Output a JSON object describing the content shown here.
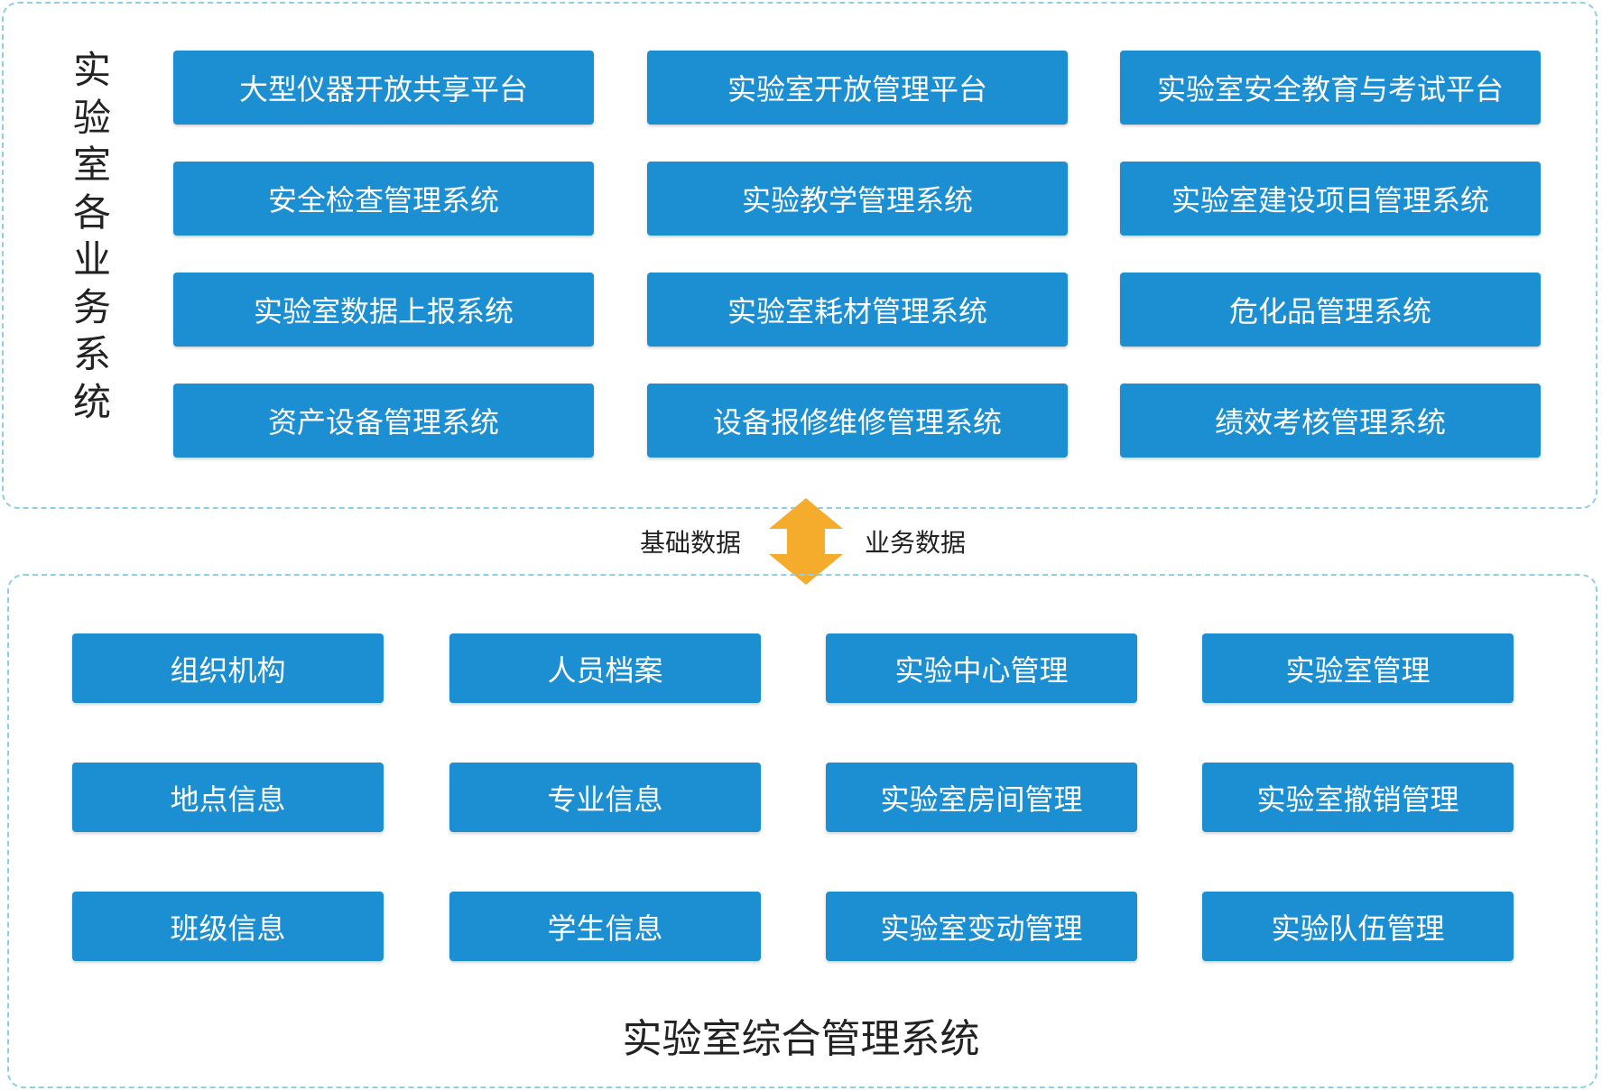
{
  "top_panel": {
    "title": "实验室各业务系统",
    "items": [
      "大型仪器开放共享平台",
      "实验室开放管理平台",
      "实验室安全教育与考试平台",
      "安全检查管理系统",
      "实验教学管理系统",
      "实验室建设项目管理系统",
      "实验室数据上报系统",
      "实验室耗材管理系统",
      "危化品管理系统",
      "资产设备管理系统",
      "设备报修维修管理系统",
      "绩效考核管理系统"
    ]
  },
  "connector": {
    "left_label": "基础数据",
    "right_label": "业务数据",
    "arrow_color": "#f5ab2b"
  },
  "bottom_panel": {
    "title": "实验室综合管理系统",
    "items": [
      "组织机构",
      "人员档案",
      "实验中心管理",
      "实验室管理",
      "地点信息",
      "专业信息",
      "实验室房间管理",
      "实验室撤销管理",
      "班级信息",
      "学生信息",
      "实验室变动管理",
      "实验队伍管理"
    ]
  },
  "colors": {
    "box": "#1b8fd2",
    "panel_border": "#8fcfe3",
    "text": "#222222"
  }
}
